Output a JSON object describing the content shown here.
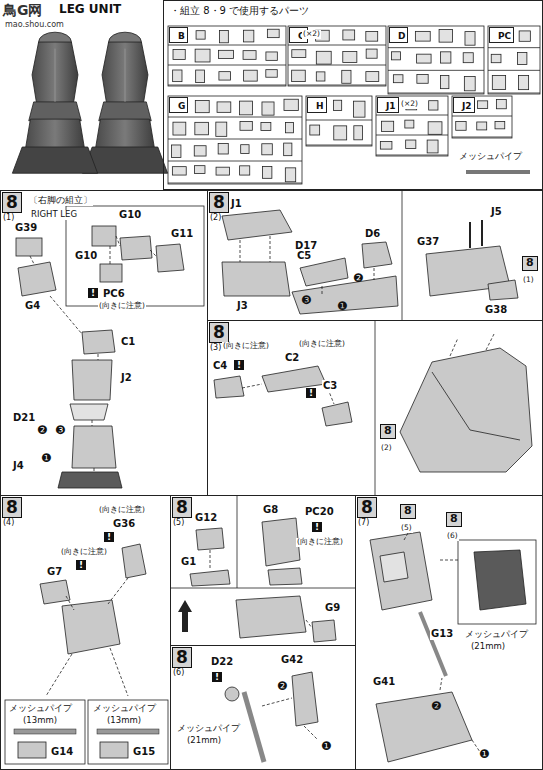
{
  "diagram": {
    "nodes": [
      {
        "text": [
          "・組立 8・9 で使用するパーツ"
        ]
      },
      {
        "text": [
          "B"
        ],
        "in": 0
      },
      {
        "text": [
          "C"
        ],
        "in": 0
      },
      {
        "text": [
          "D"
        ],
        "in": 0
      },
      {
        "text": [
          "PC"
        ],
        "in": 0
      },
      {
        "text": [
          "G"
        ],
        "in": 0
      },
      {
        "text": [
          "H"
        ],
        "in": 0
      },
      {
        "text": [
          "J1"
        ],
        "in": 0
      },
      {
        "text": [
          "J2"
        ],
        "in": 0
      },
      {
        "text": [
          "8",
          "(1)"
        ]
      },
      {
        "text": [
          "8",
          "(2)"
        ]
      },
      {
        "text": [
          "8",
          "(3)"
        ]
      },
      {
        "text": [
          "8",
          "(4)"
        ]
      },
      {
        "text": [
          "8",
          "(5)"
        ]
      },
      {
        "text": [
          "8",
          "(6)"
        ]
      },
      {
        "text": [
          "8",
          "(7)"
        ]
      }
    ],
    "labels": [
      "鳥G网",
      "mao.shou.com",
      "LEG UNIT",
      "(×2)",
      "(×2)",
      "メッシュパイプ",
      "〔右脚の組立〕",
      "RIGHT LEG",
      "G39",
      "G10",
      "G10",
      "G11",
      "!",
      "PC6",
      "(向きに注意)",
      "G4",
      "C1",
      "J2",
      "D21",
      "❷",
      "❸",
      "❶",
      "J4",
      "J1",
      "D17",
      "J3",
      "C5",
      "D6",
      "❷",
      "❸",
      "❶",
      "J5",
      "G37",
      "8",
      "(1)",
      "G38",
      "(向きに注意)",
      "C4",
      "!",
      "C2",
      "(向きに注意)",
      "!",
      "C3",
      "8",
      "(2)",
      "(向きに注意)",
      "G36",
      "!",
      "(向きに注意)",
      "!",
      "G7",
      "メッシュパイプ",
      "(13mm)",
      "メッシュパイプ",
      "(13mm)",
      "G14",
      "G15",
      "G12",
      "G1",
      "G8",
      "PC20",
      "!",
      "(向きに注意)",
      "G9",
      "D22",
      "!",
      "G42",
      "❷",
      "❶",
      "メッシュパイプ",
      "(21mm)",
      "8",
      "(5)",
      "8",
      "(6)",
      "G13",
      "メッシュパイプ",
      "(21mm)",
      "G41",
      "❷",
      "❶"
    ]
  }
}
